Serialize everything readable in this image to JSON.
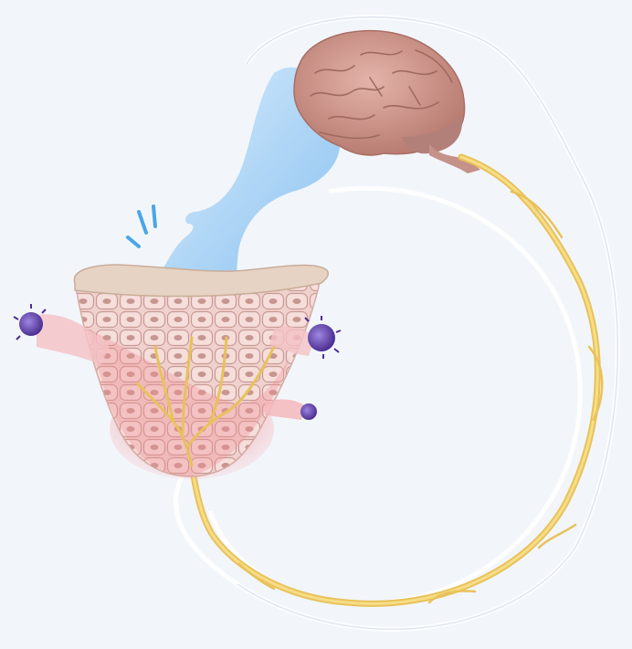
{
  "diagram": {
    "elements": [
      "brain",
      "spinal-nerve",
      "scratching-hand",
      "itch-motion-lines",
      "skin-tissue-block",
      "epidermis-cells",
      "immune-cell-left",
      "immune-cell-right",
      "immune-cell-lower-right",
      "inflamed-dermis",
      "sensory-nerve-fiber",
      "neural-loop-outline"
    ],
    "colors": {
      "background": "#f2f6fb",
      "brain": "#c98f85",
      "nerve": "#e8c75a",
      "hand": "#8cc4ef",
      "skin_surface": "#e7d3c3",
      "cells": "#ecc4c0",
      "inflammation": "#f08f94",
      "immune_cell": "#6a4fb0"
    }
  }
}
